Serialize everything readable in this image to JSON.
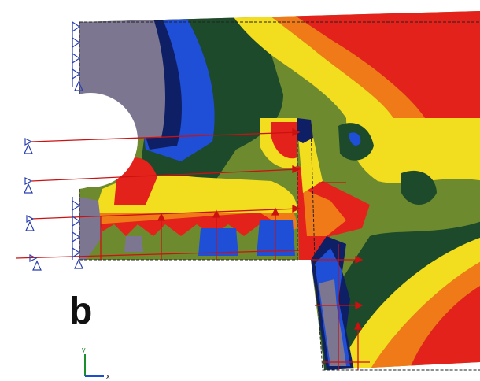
{
  "figure": {
    "panel_label": "b",
    "triad": {
      "x_label": "x",
      "y_label": "y"
    },
    "colors": {
      "grey": "#7c7691",
      "navy": "#0f1f66",
      "blue": "#1f4fd6",
      "dark_green": "#1c4a2a",
      "green": "#6e8a2f",
      "yellow": "#f2dd1f",
      "orange": "#f07a18",
      "red": "#e3221b",
      "load_arrow": "#cc1111",
      "constraint": "#2a3fb0"
    }
  }
}
